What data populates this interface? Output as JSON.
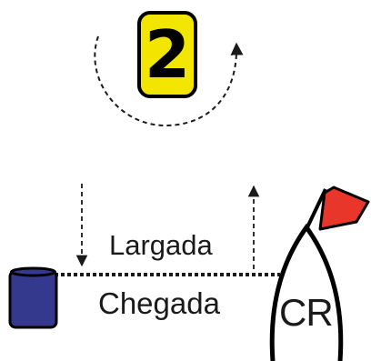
{
  "mark": {
    "number": "2",
    "color": "#f2e600"
  },
  "labels": {
    "start": "Largada",
    "finish": "Chegada",
    "committee_boat": "CR"
  },
  "colors": {
    "buoy": "#34398e",
    "flag": "#e8372a",
    "line": "#1a1a1a"
  },
  "icons": [
    "rounding-arrow-icon",
    "buoy-icon",
    "committee-boat-icon",
    "flag-icon"
  ]
}
